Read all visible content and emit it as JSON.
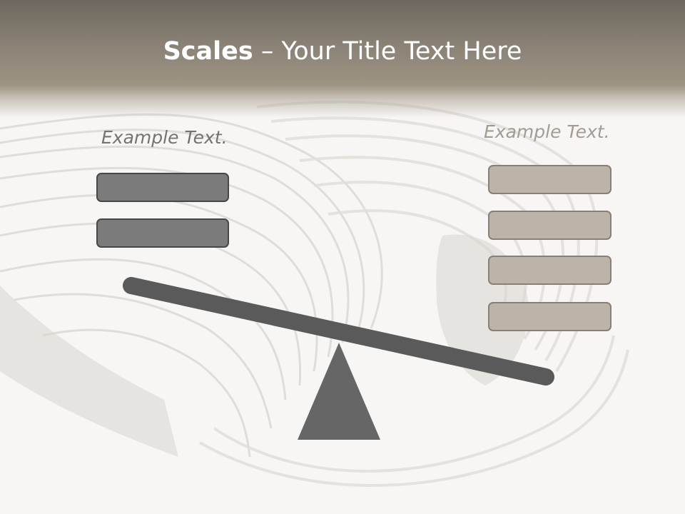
{
  "slide": {
    "title_bold": "Scales",
    "title_rest": " – Your Title Text Here",
    "left_label": "Example Text.",
    "right_label": "Example Text."
  },
  "colors": {
    "header": "#8b8376",
    "left_box_fill": "#7b7b7b",
    "left_box_border": "#474747",
    "right_box_fill": "#bcb4a9",
    "right_box_border": "#868079",
    "beam": "#5a5a5a",
    "fulcrum": "#666666"
  },
  "icons": {
    "background": "paper-pages-background",
    "beam": "scale-beam",
    "fulcrum": "scale-fulcrum-triangle"
  }
}
